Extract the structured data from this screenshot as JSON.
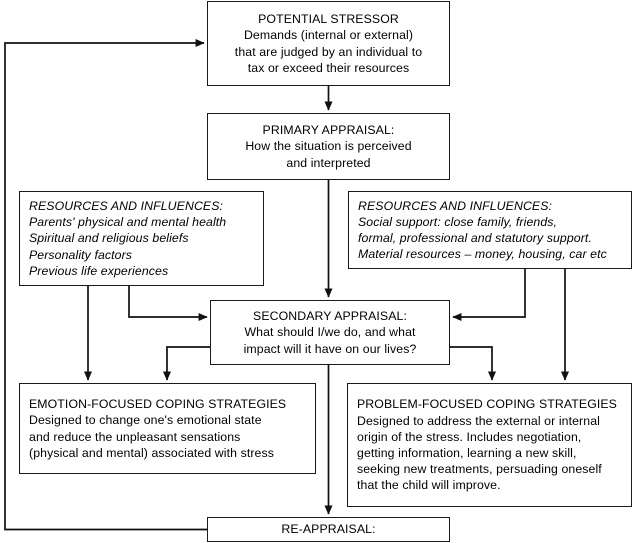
{
  "diagram": {
    "title": "Potential stressor appraisal and coping flowchart",
    "stroke_color": "#1a1a1a",
    "background_color": "#ffffff",
    "nodes": {
      "potential_stressor": {
        "lines": [
          "POTENTIAL STRESSOR",
          "Demands (internal or external)",
          "that are judged by an individual to",
          "tax or exceed their resources"
        ]
      },
      "primary_appraisal": {
        "lines": [
          "PRIMARY APPRAISAL:",
          "How the situation is perceived",
          "and interpreted"
        ]
      },
      "resources_left": {
        "lines": [
          "RESOURCES AND INFLUENCES:",
          "Parents' physical and mental health",
          "Spiritual and religious beliefs",
          "Personality factors",
          "Previous life experiences"
        ]
      },
      "resources_right": {
        "lines": [
          "RESOURCES AND INFLUENCES:",
          "Social support: close family, friends,",
          "formal, professional and statutory support.",
          "Material resources – money, housing, car etc"
        ]
      },
      "secondary_appraisal": {
        "lines": [
          "SECONDARY APPRAISAL:",
          "What should I/we do, and what",
          "impact will it have on our lives?"
        ]
      },
      "emotion_focused": {
        "lines": [
          "EMOTION-FOCUSED COPING STRATEGIES",
          "Designed to change one's emotional state",
          "and reduce the unpleasant sensations",
          "(physical and mental) associated with stress"
        ]
      },
      "problem_focused": {
        "lines": [
          "PROBLEM-FOCUSED COPING STRATEGIES",
          "Designed to address the external or internal",
          "origin of the stress. Includes negotiation,",
          "getting information, learning a new skill,",
          "seeking new treatments, persuading oneself",
          "that the child will improve."
        ]
      },
      "reappraisal": {
        "lines": [
          "RE-APPRAISAL:"
        ]
      }
    },
    "edges": [
      {
        "name": "stressor-to-primary",
        "from": "potential_stressor",
        "to": "primary_appraisal",
        "arrow": true
      },
      {
        "name": "primary-to-secondary",
        "from": "primary_appraisal",
        "to": "secondary_appraisal",
        "arrow": true
      },
      {
        "name": "resources-left-to-secondary",
        "from": "resources_left",
        "to": "secondary_appraisal",
        "arrow": true
      },
      {
        "name": "resources-left-to-emotion",
        "from": "resources_left",
        "to": "emotion_focused",
        "arrow": true
      },
      {
        "name": "resources-right-to-secondary",
        "from": "resources_right",
        "to": "secondary_appraisal",
        "arrow": true
      },
      {
        "name": "resources-right-to-problem",
        "from": "resources_right",
        "to": "problem_focused",
        "arrow": true
      },
      {
        "name": "secondary-to-emotion",
        "from": "secondary_appraisal",
        "to": "emotion_focused",
        "arrow": true
      },
      {
        "name": "secondary-to-problem",
        "from": "secondary_appraisal",
        "to": "problem_focused",
        "arrow": true
      },
      {
        "name": "secondary-to-reappraisal",
        "from": "secondary_appraisal",
        "to": "reappraisal",
        "arrow": true
      },
      {
        "name": "reappraisal-feedback-to-stressor",
        "from": "reappraisal",
        "to": "potential_stressor",
        "arrow": true
      }
    ]
  }
}
